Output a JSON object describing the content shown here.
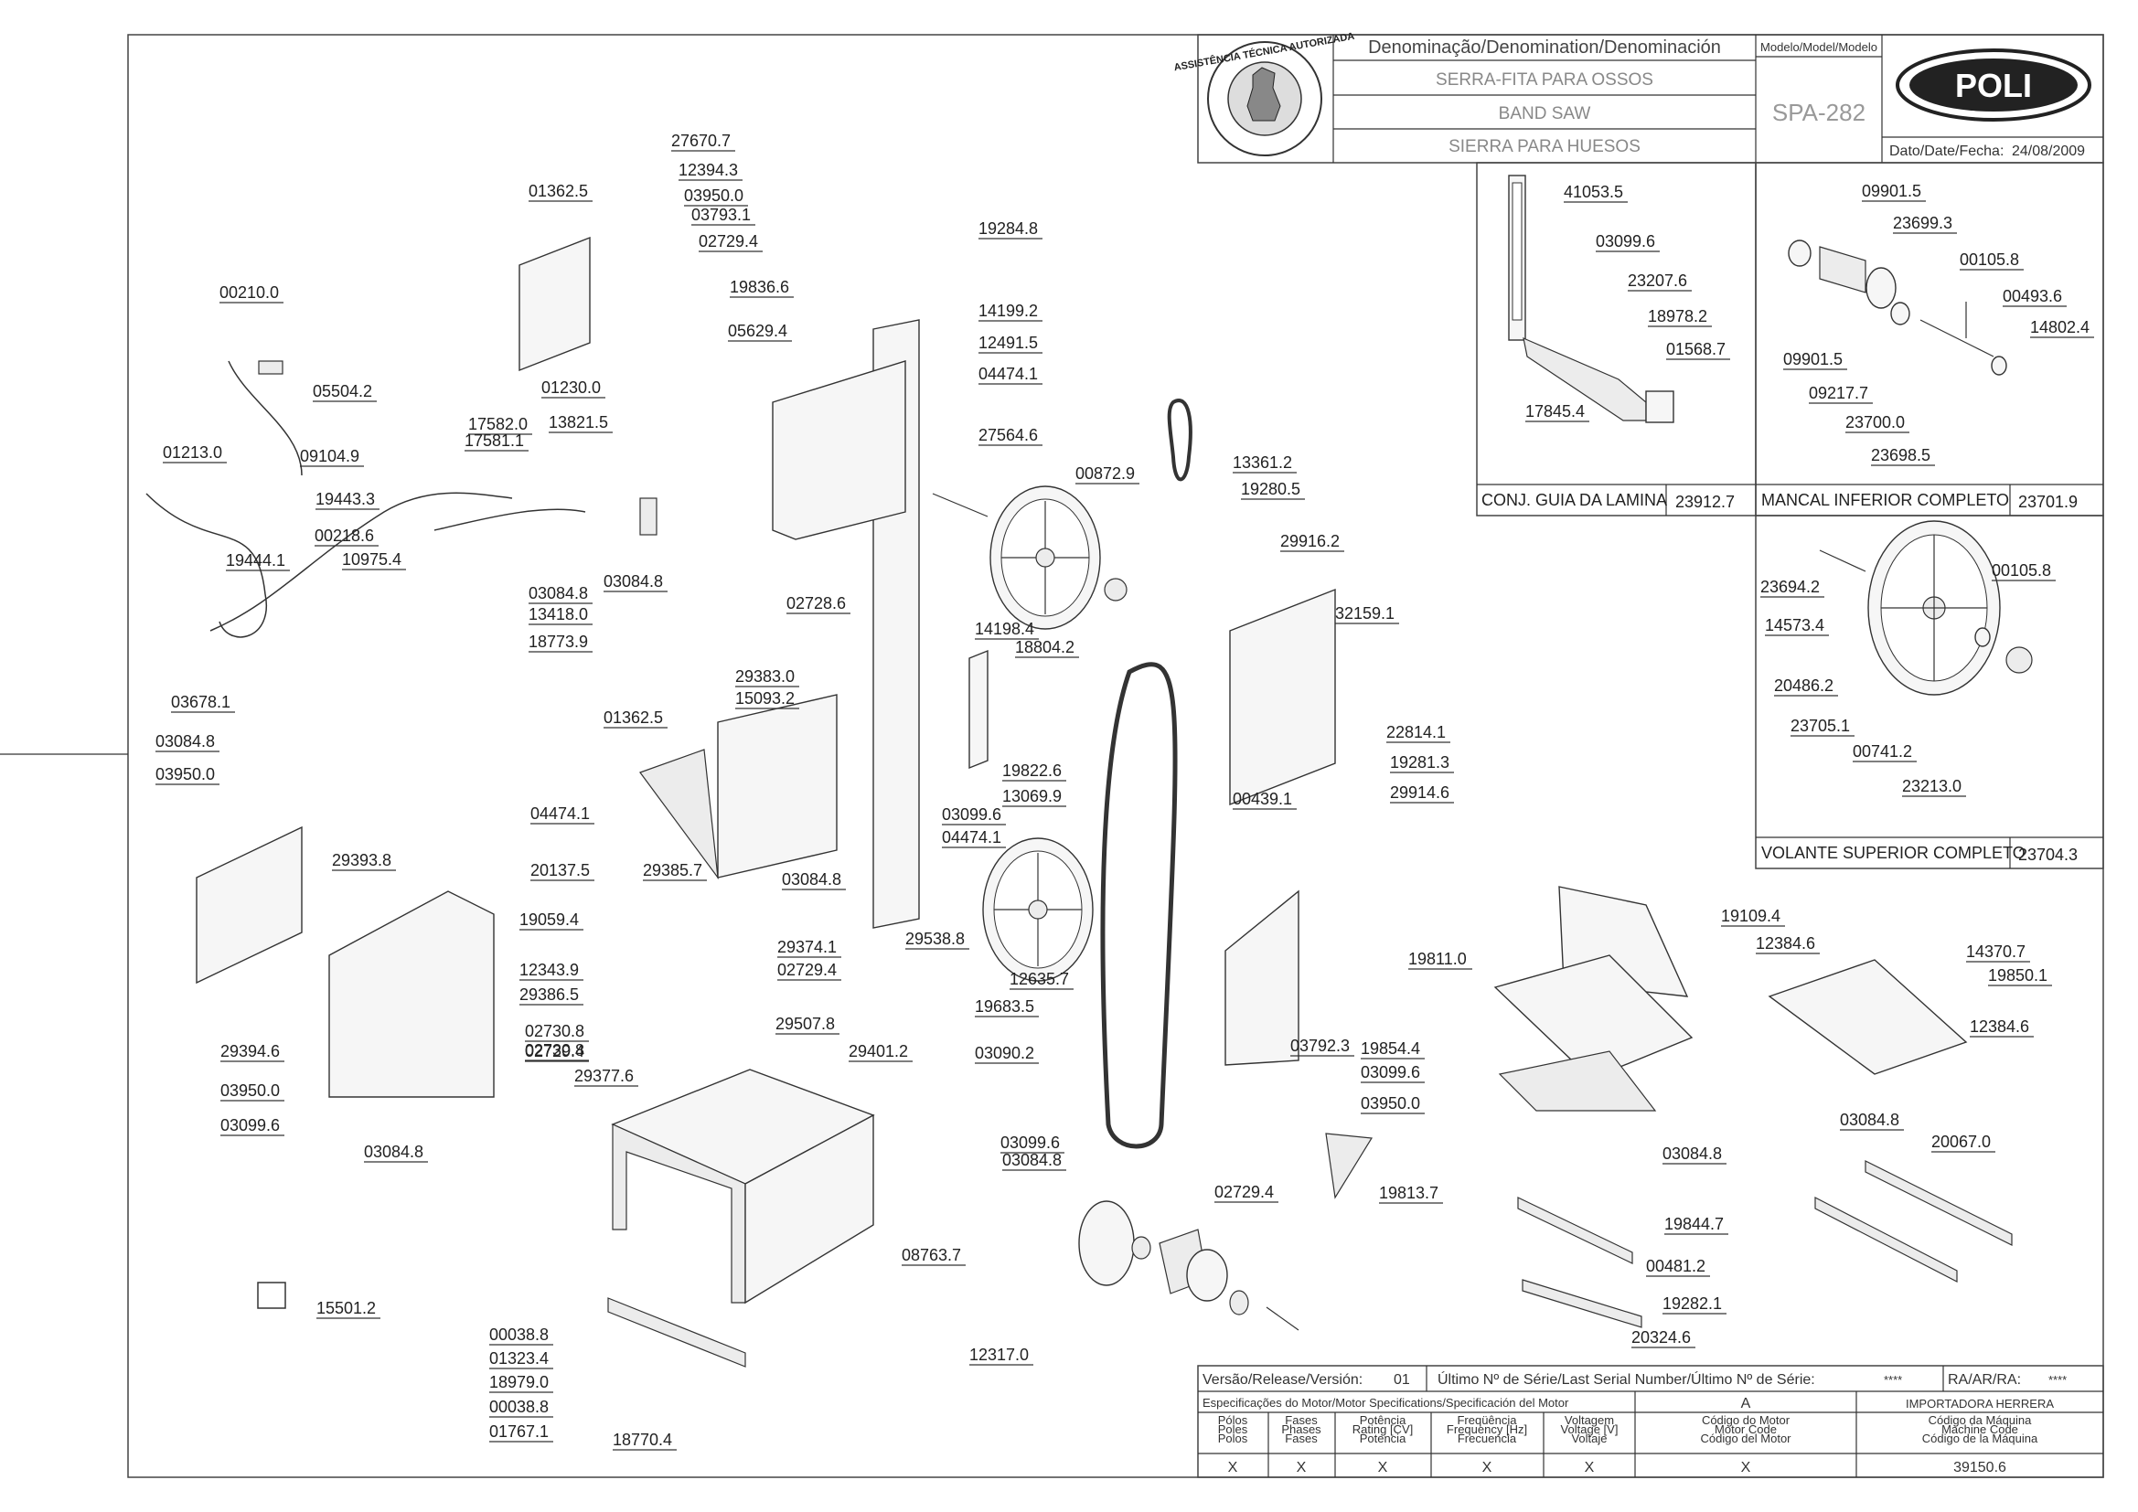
{
  "title_block": {
    "denomination_header": "Denominação/Denomination/Denominación",
    "model_header": "Modelo/Model/Modelo",
    "name_pt": "SERRA-FITA PARA OSSOS",
    "name_en": "BAND SAW",
    "name_es": "SIERRA PARA HUESOS",
    "model": "SPA-282",
    "date_label": "Dato/Date/Fecha:",
    "date": "24/08/2009",
    "brand": "POLI",
    "seal_text": "ASSISTÊNCIA TÉCNICA AUTORIZADA"
  },
  "subassemblies": [
    {
      "name": "CONJ. GUIA DA LAMINA",
      "code": "23912.7"
    },
    {
      "name": "MANCAL INFERIOR COMPLETO",
      "code": "23701.9"
    },
    {
      "name": "VOLANTE SUPERIOR COMPLETO",
      "code": "23704.3"
    }
  ],
  "bottom_block": {
    "version_label": "Versão/Release/Versión:",
    "version": "01",
    "serial_label": "Último Nº de Série/Last Serial Number/Último Nº de Série:",
    "serial": "****",
    "ra_label": "RA/AR/RA:",
    "ra": "****",
    "motor_spec_label": "Especificações do Motor/Motor Specifications/Specificación del Motor",
    "col_a": "A",
    "importer": "IMPORTADORA HERRERA",
    "poles": "Pólos\nPoles\nPolos",
    "phases": "Fases\nPhases\nFases",
    "rating": "Potência\nRating [CV]\nPotencia",
    "frequency": "Freqüência\nFrequency [Hz]\nFrecuencia",
    "voltage": "Voltagem\nVoltage [V]\nVoltaje",
    "motor_code": "Código do Motor\nMotor Code\nCódigo del Motor",
    "machine_code": "Código da Máquina\nMachine Code\nCódigo de la Máquina",
    "x": "X",
    "machine_code_value": "39150.6"
  },
  "part_labels": [
    {
      "t": "27670.7"
    },
    {
      "t": "01362.5"
    },
    {
      "t": "12394.3"
    },
    {
      "t": "03950.0"
    },
    {
      "t": "03793.1"
    },
    {
      "t": "02729.4"
    },
    {
      "t": "19836.6"
    },
    {
      "t": "19284.8"
    },
    {
      "t": "14199.2"
    },
    {
      "t": "12491.5"
    },
    {
      "t": "05629.4"
    },
    {
      "t": "04474.1"
    },
    {
      "t": "27564.6"
    },
    {
      "t": "00210.0"
    },
    {
      "t": "05504.2"
    },
    {
      "t": "01213.0"
    },
    {
      "t": "09104.9"
    },
    {
      "t": "01230.0"
    },
    {
      "t": "17582.0"
    },
    {
      "t": "17581.1"
    },
    {
      "t": "13821.5"
    },
    {
      "t": "19443.3"
    },
    {
      "t": "00218.6"
    },
    {
      "t": "10975.4"
    },
    {
      "t": "19444.1"
    },
    {
      "t": "03084.8"
    },
    {
      "t": "13418.0"
    },
    {
      "t": "18773.9"
    },
    {
      "t": "03084.8"
    },
    {
      "t": "02728.6"
    },
    {
      "t": "14198.4"
    },
    {
      "t": "18804.2"
    },
    {
      "t": "03678.1"
    },
    {
      "t": "29383.0"
    },
    {
      "t": "15093.2"
    },
    {
      "t": "01362.5"
    },
    {
      "t": "00872.9"
    },
    {
      "t": "13361.2"
    },
    {
      "t": "19280.5"
    },
    {
      "t": "29916.2"
    },
    {
      "t": "32159.1"
    },
    {
      "t": "22814.1"
    },
    {
      "t": "19822.6"
    },
    {
      "t": "13069.9"
    },
    {
      "t": "19281.3"
    },
    {
      "t": "00439.1"
    },
    {
      "t": "29914.6"
    },
    {
      "t": "03084.8"
    },
    {
      "t": "03950.0"
    },
    {
      "t": "29393.8"
    },
    {
      "t": "04474.1"
    },
    {
      "t": "03099.6"
    },
    {
      "t": "04474.1"
    },
    {
      "t": "20137.5"
    },
    {
      "t": "29385.7"
    },
    {
      "t": "03084.8"
    },
    {
      "t": "19059.4"
    },
    {
      "t": "29374.1"
    },
    {
      "t": "02729.4"
    },
    {
      "t": "29538.8"
    },
    {
      "t": "12343.9"
    },
    {
      "t": "02730.8"
    },
    {
      "t": "29386.5"
    },
    {
      "t": "12635.7"
    },
    {
      "t": "19683.5"
    },
    {
      "t": "02730.8"
    },
    {
      "t": "02729.4"
    },
    {
      "t": "29507.8"
    },
    {
      "t": "03090.2"
    },
    {
      "t": "29394.6"
    },
    {
      "t": "29377.6"
    },
    {
      "t": "29401.2"
    },
    {
      "t": "03950.0"
    },
    {
      "t": "03099.6"
    },
    {
      "t": "03084.8"
    },
    {
      "t": "03792.3"
    },
    {
      "t": "19109.4"
    },
    {
      "t": "12384.6"
    },
    {
      "t": "19811.0"
    },
    {
      "t": "14370.7"
    },
    {
      "t": "19850.1"
    },
    {
      "t": "12384.6"
    },
    {
      "t": "19854.4"
    },
    {
      "t": "03099.6"
    },
    {
      "t": "03950.0"
    },
    {
      "t": "03084.8"
    },
    {
      "t": "03099.6"
    },
    {
      "t": "02729.4"
    },
    {
      "t": "19813.7"
    },
    {
      "t": "03084.8"
    },
    {
      "t": "20067.0"
    },
    {
      "t": "03084.8"
    },
    {
      "t": "19844.7"
    },
    {
      "t": "08763.7"
    },
    {
      "t": "00481.2"
    },
    {
      "t": "15501.2"
    },
    {
      "t": "12317.0"
    },
    {
      "t": "19282.1"
    },
    {
      "t": "00038.8"
    },
    {
      "t": "01323.4"
    },
    {
      "t": "20324.6"
    },
    {
      "t": "18979.0"
    },
    {
      "t": "00038.8"
    },
    {
      "t": "01767.1"
    },
    {
      "t": "18770.4"
    },
    {
      "t": "41053.5"
    },
    {
      "t": "03099.6"
    },
    {
      "t": "23207.6"
    },
    {
      "t": "18978.2"
    },
    {
      "t": "01568.7"
    },
    {
      "t": "17845.4"
    },
    {
      "t": "09901.5"
    },
    {
      "t": "23699.3"
    },
    {
      "t": "00105.8"
    },
    {
      "t": "00493.6"
    },
    {
      "t": "14802.4"
    },
    {
      "t": "09901.5"
    },
    {
      "t": "09217.7"
    },
    {
      "t": "23700.0"
    },
    {
      "t": "23698.5"
    },
    {
      "t": "23694.2"
    },
    {
      "t": "00105.8"
    },
    {
      "t": "14573.4"
    },
    {
      "t": "20486.2"
    },
    {
      "t": "23705.1"
    },
    {
      "t": "00741.2"
    },
    {
      "t": "23213.0"
    }
  ]
}
